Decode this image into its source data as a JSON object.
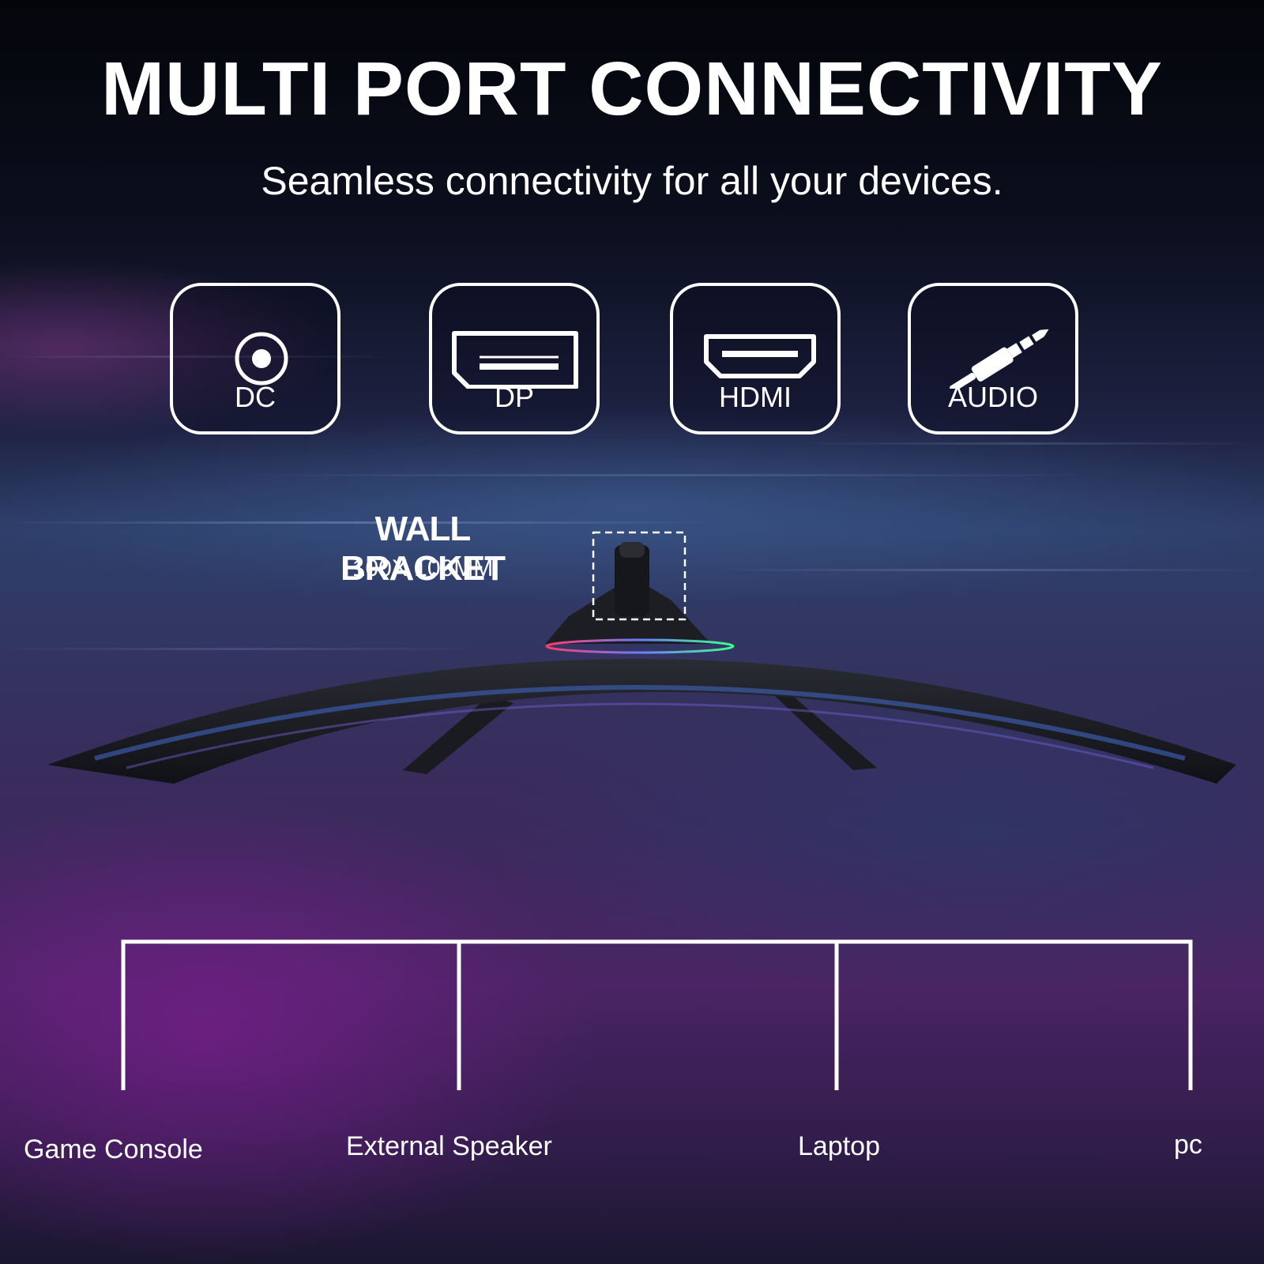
{
  "header": {
    "title": "MULTI PORT CONNECTIVITY",
    "subtitle": "Seamless connectivity for all your devices."
  },
  "ports": [
    {
      "label": "DC",
      "icon": "dc-power-icon"
    },
    {
      "label": "DP",
      "icon": "displayport-icon"
    },
    {
      "label": "HDMI",
      "icon": "hdmi-icon"
    },
    {
      "label": "AUDIO",
      "icon": "audio-jack-icon"
    }
  ],
  "wall_bracket": {
    "title": "WALL BRACKET",
    "spec": "100X 100MM"
  },
  "devices": [
    {
      "label": "Game Console"
    },
    {
      "label": "External Speaker"
    },
    {
      "label": "Laptop"
    },
    {
      "label": "pc"
    }
  ]
}
